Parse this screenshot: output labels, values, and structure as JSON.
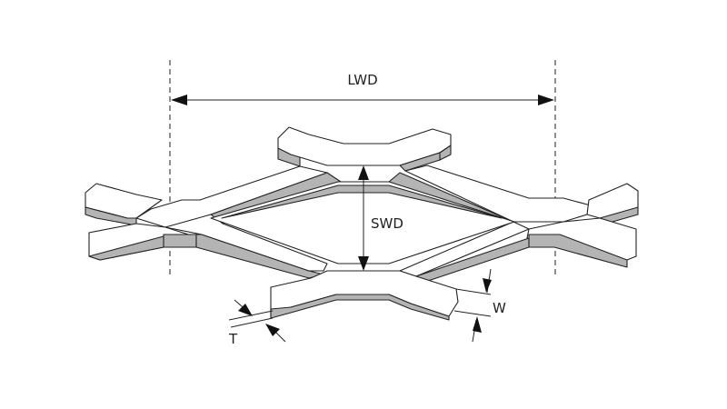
{
  "labels": {
    "lwd": "LWD",
    "swd": "SWD",
    "w": "W",
    "t": "T"
  },
  "colors": {
    "line": "#222222",
    "shade": "#b4b4b4",
    "background": "#ffffff"
  }
}
